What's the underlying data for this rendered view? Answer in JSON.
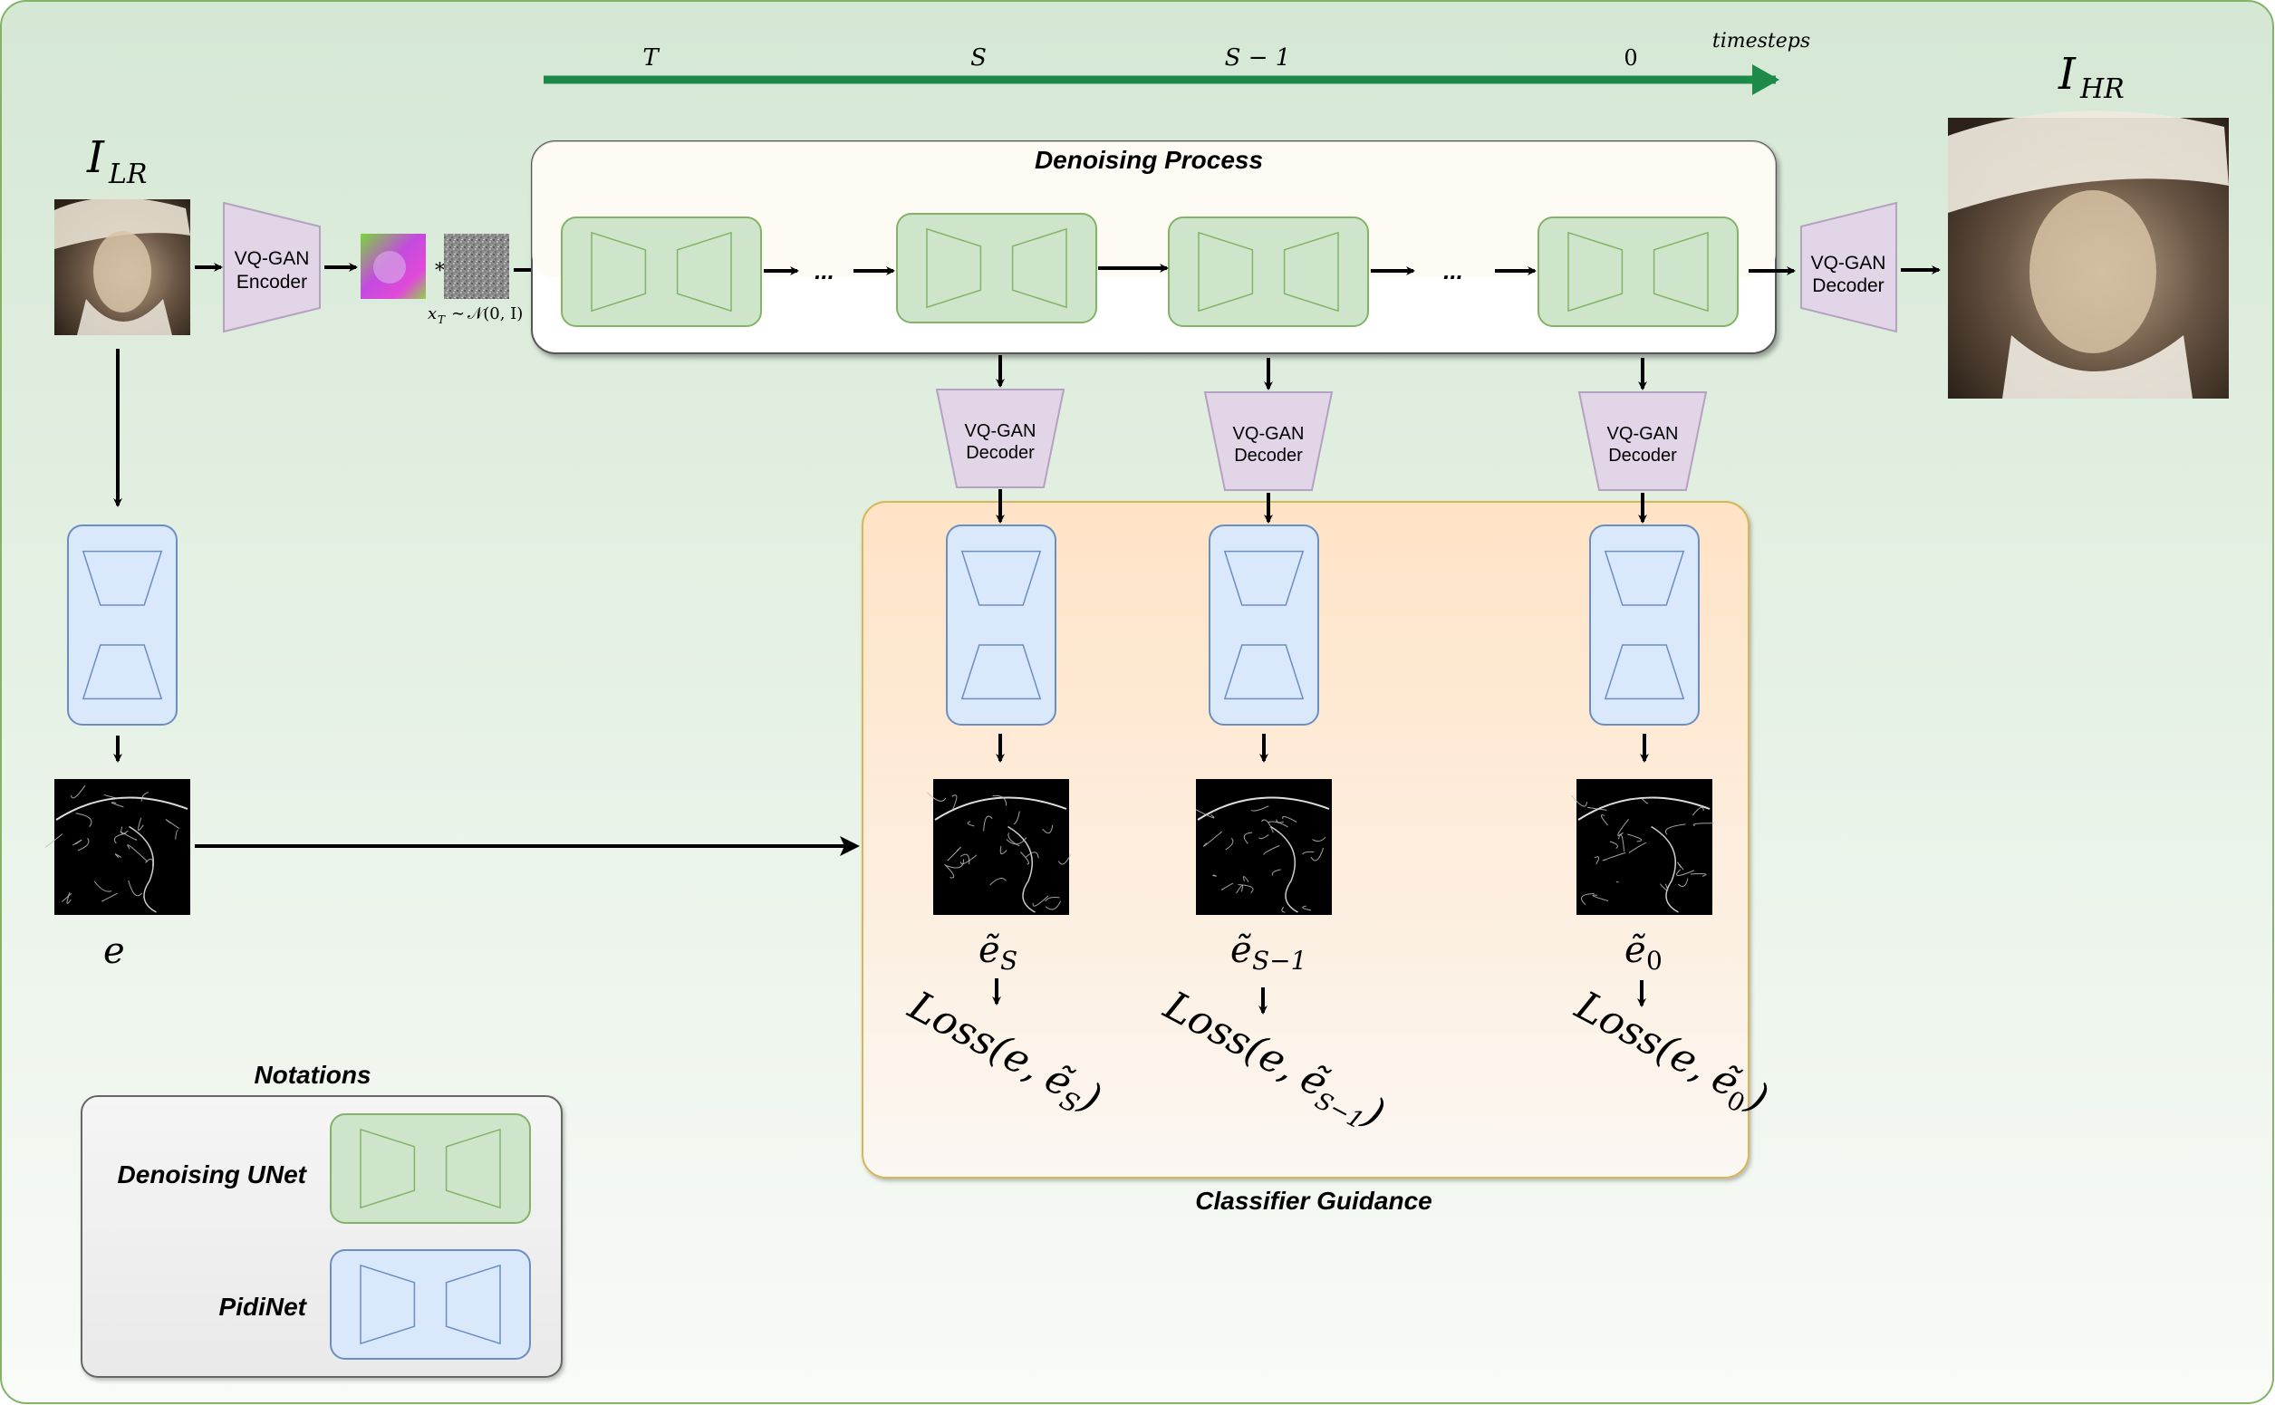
{
  "timeline": {
    "label": "timesteps",
    "ticks": [
      "T",
      "S",
      "S − 1",
      "0"
    ]
  },
  "inputs": {
    "lr_label": "I",
    "lr_sub": "LR",
    "hr_label": "I",
    "hr_sub": "HR",
    "edge_label": "e",
    "noise_label": "x_T ~ N(0, I)",
    "noise_label_parts": {
      "x": "x",
      "x_sub": "T",
      "tilde": "∼",
      "dist": "𝒩(0, I)"
    },
    "concat_symbol": "*"
  },
  "modules": {
    "encoder_line1": "VQ-GAN",
    "encoder_line2": "Encoder",
    "decoder_line1": "VQ-GAN",
    "decoder_line2": "Decoder"
  },
  "denoising": {
    "title": "Denoising Process",
    "ellipsis": "..."
  },
  "guidance": {
    "title": "Classifier Guidance",
    "outputs": [
      {
        "e": "ẽ",
        "sub": "S",
        "loss_prefix": "Loss(e, ",
        "loss_e": "ẽ",
        "loss_sub": "S",
        "loss_suffix": ")"
      },
      {
        "e": "ẽ",
        "sub": "S−1",
        "loss_prefix": "Loss(e, ",
        "loss_e": "ẽ",
        "loss_sub": "S−1",
        "loss_suffix": ")"
      },
      {
        "e": "ẽ",
        "sub": "0",
        "loss_prefix": "Loss(e, ",
        "loss_e": "ẽ",
        "loss_sub": "0",
        "loss_suffix": ")"
      }
    ]
  },
  "notations": {
    "title": "Notations",
    "items": [
      "Denoising UNet",
      "PidiNet"
    ]
  },
  "colors": {
    "background_top": "#d5e8d4",
    "background_bottom": "#f8fbf7",
    "green_fill": "#cfe5cb",
    "green_stroke": "#82b366",
    "blue_fill": "#dae8fc",
    "blue_stroke": "#6c8ebf",
    "purple_fill": "#e1d5e7",
    "purple_stroke": "#9673a6",
    "timeline": "#1e8a4a",
    "orange_top": "#ffe6cc",
    "orange_stroke": "#d6b656"
  }
}
